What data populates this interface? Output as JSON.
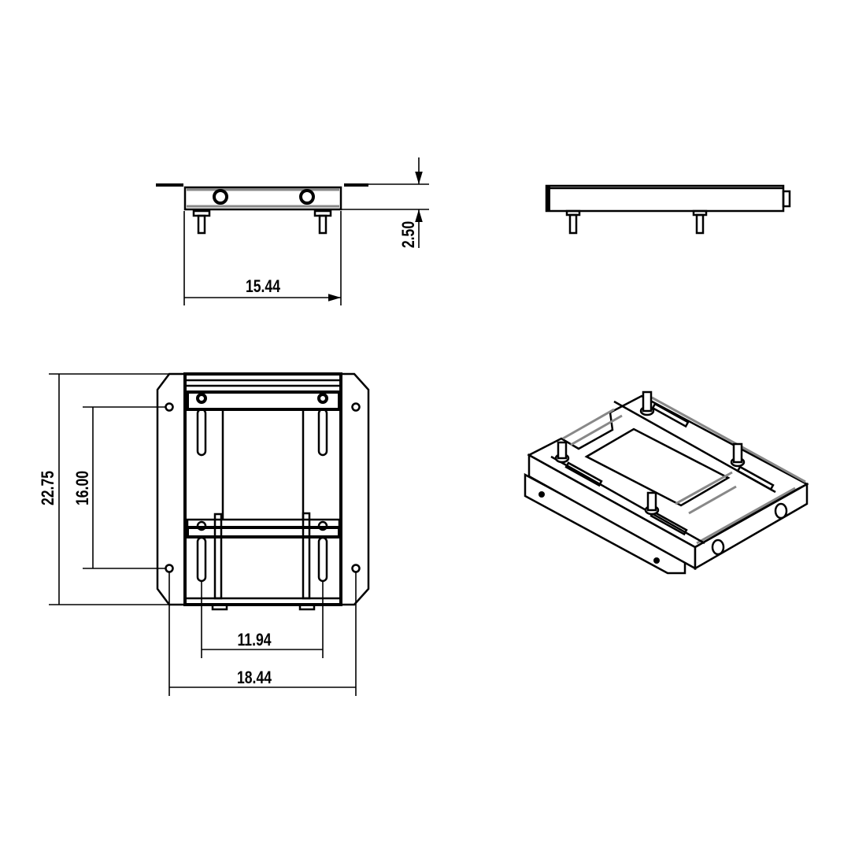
{
  "drawing": {
    "views": [
      "front-view",
      "side-view",
      "plan-view",
      "isometric-view"
    ],
    "dimensions": {
      "front_width": "15.44",
      "height": "2.50",
      "overall_length": "22.75",
      "hole_spacing_vertical": "16.00",
      "slot_spacing": "11.94",
      "overall_width": "18.44"
    },
    "line_color": "#000000",
    "background": "#ffffff"
  }
}
